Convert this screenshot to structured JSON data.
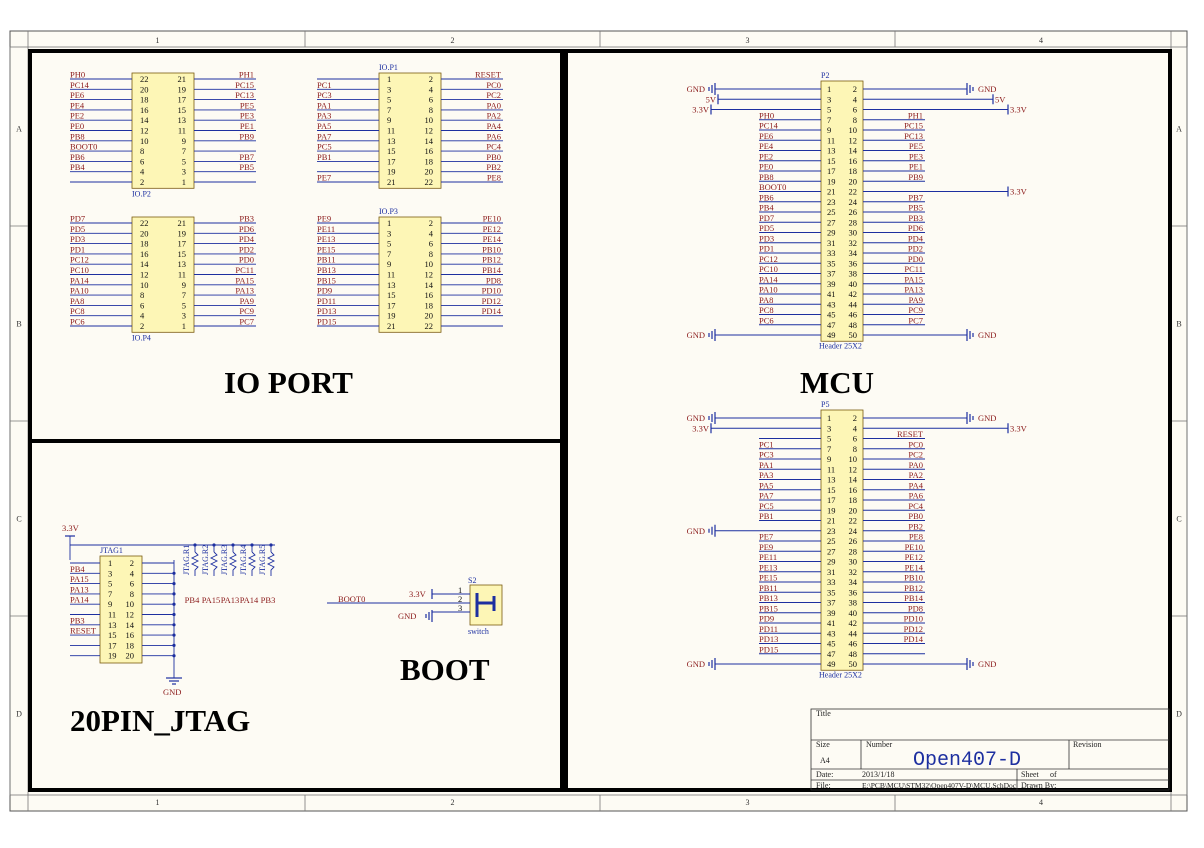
{
  "sheet": {
    "zones_x": [
      "1",
      "2",
      "3",
      "4"
    ],
    "zones_y": [
      "A",
      "B",
      "C",
      "D"
    ]
  },
  "titles": {
    "io_port": "IO PORT",
    "mcu": "MCU",
    "boot": "BOOT",
    "jtag": "20PIN_JTAG"
  },
  "headers": [
    {
      "id": "IO.P2",
      "name": "IO.P2",
      "sub": "",
      "left": [
        "PH0",
        "PC14",
        "PE6",
        "PE4",
        "PE2",
        "PE0",
        "PB8",
        "BOOT0",
        "PB6",
        "PB4",
        ""
      ],
      "right": [
        "PH1",
        "PC15",
        "PC13",
        "PE5",
        "PE3",
        "PE1",
        "PB9",
        "",
        "PB7",
        "PB5",
        ""
      ],
      "num_desc": true
    },
    {
      "id": "IO.P4",
      "name": "IO.P4",
      "sub": "",
      "left": [
        "PD7",
        "PD5",
        "PD3",
        "PD1",
        "PC12",
        "PC10",
        "PA14",
        "PA10",
        "PA8",
        "PC8",
        "PC6"
      ],
      "right": [
        "PB3",
        "PD6",
        "PD4",
        "PD2",
        "PD0",
        "PC11",
        "PA15",
        "PA13",
        "PA9",
        "PC9",
        "PC7"
      ],
      "num_desc": true
    },
    {
      "id": "IO.P1",
      "name": "IO.P1",
      "sub": "",
      "left": [
        "",
        "PC1",
        "PC3",
        "PA1",
        "PA3",
        "PA5",
        "PA7",
        "PC5",
        "PB1",
        "",
        "PE7"
      ],
      "right": [
        "RESET",
        "PC0",
        "PC2",
        "PA0",
        "PA2",
        "PA4",
        "PA6",
        "PC4",
        "PB0",
        "PB2",
        "PE8"
      ],
      "num_desc": false
    },
    {
      "id": "IO.P3",
      "name": "IO.P3",
      "sub": "",
      "left": [
        "PE9",
        "PE11",
        "PE13",
        "PE15",
        "PB11",
        "PB13",
        "PB15",
        "PD9",
        "PD11",
        "PD13",
        "PD15"
      ],
      "right": [
        "PE10",
        "PE12",
        "PE14",
        "PB10",
        "PB12",
        "PB14",
        "PD8",
        "PD10",
        "PD12",
        "PD14",
        ""
      ],
      "num_desc": false
    },
    {
      "id": "P2",
      "name": "P2",
      "sub": "Header 25X2",
      "left": [
        "GND",
        "5V",
        "3.3V",
        "PH0",
        "PC14",
        "PE6",
        "PE4",
        "PE2",
        "PE0",
        "PB8",
        "BOOT0",
        "PB6",
        "PB4",
        "PD7",
        "PD5",
        "PD3",
        "PD1",
        "PC12",
        "PC10",
        "PA14",
        "PA10",
        "PA8",
        "PC8",
        "PC6",
        "GND"
      ],
      "right": [
        "GND",
        "5V",
        "3.3V",
        "PH1",
        "PC15",
        "PC13",
        "PE5",
        "PE3",
        "PE1",
        "PB9",
        "3.3V",
        "PB7",
        "PB5",
        "PB3",
        "PD6",
        "PD4",
        "PD2",
        "PD0",
        "PC11",
        "PA15",
        "PA13",
        "PA9",
        "PC9",
        "PC7",
        "GND"
      ]
    },
    {
      "id": "P5",
      "name": "P5",
      "sub": "Header 25X2",
      "left": [
        "GND",
        "3.3V",
        "",
        "PC1",
        "PC3",
        "PA1",
        "PA3",
        "PA5",
        "PA7",
        "PC5",
        "PB1",
        "GND",
        "PE7",
        "PE9",
        "PE11",
        "PE13",
        "PE15",
        "PB11",
        "PB13",
        "PB15",
        "PD9",
        "PD11",
        "PD13",
        "PD15",
        "GND"
      ],
      "right": [
        "GND",
        "3.3V",
        "RESET",
        "PC0",
        "PC2",
        "PA0",
        "PA2",
        "PA4",
        "PA6",
        "PC4",
        "PB0",
        "PB2",
        "PE8",
        "PE10",
        "PE12",
        "PE14",
        "PB10",
        "PB12",
        "PB14",
        "PD8",
        "PD10",
        "PD12",
        "PD14",
        "",
        "GND"
      ]
    }
  ],
  "jtag": {
    "name": "JTAG1",
    "supply": "3.3V",
    "ground": "GND",
    "left": [
      "PB4",
      "PA15",
      "PA13",
      "PA14",
      "",
      "PB3",
      "RESET",
      "",
      ""
    ],
    "pins": [
      [
        "1",
        "2"
      ],
      [
        "3",
        "4"
      ],
      [
        "5",
        "6"
      ],
      [
        "7",
        "8"
      ],
      [
        "9",
        "10"
      ],
      [
        "11",
        "12"
      ],
      [
        "13",
        "14"
      ],
      [
        "15",
        "16"
      ],
      [
        "17",
        "18"
      ],
      [
        "19",
        "20"
      ]
    ],
    "resistors": [
      "JTAG.R1",
      "JTAG.R2",
      "JTAG.R3",
      "JTAG.R4",
      "JTAG.R5"
    ],
    "resistor_nets": [
      "PB4",
      "PA15",
      "PA13",
      "PA14",
      "PB3"
    ]
  },
  "boot": {
    "name": "S2",
    "sub": "switch",
    "net": "BOOT0",
    "supply": "3.3V",
    "ground": "GND",
    "pins": [
      "1",
      "2",
      "3"
    ]
  },
  "title_block": {
    "title_label": "Title",
    "size_label": "Size",
    "size_value": "A4",
    "number_label": "Number",
    "number_value": "Open407-D",
    "revision_label": "Revision",
    "date_label": "Date:",
    "date_value": "2013/1/18",
    "sheet_label": "Sheet",
    "of_label": "of",
    "file_label": "File:",
    "file_value": "E:\\PCB\\MCU\\STM32\\Open407V-D\\MCU.SchDoc",
    "drawn_label": "Drawn By:"
  }
}
